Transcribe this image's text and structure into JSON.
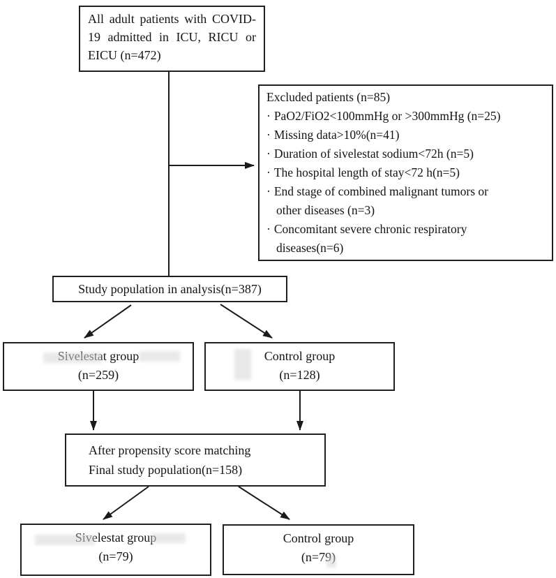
{
  "figure": {
    "type": "flowchart",
    "background_color": "#ffffff",
    "line_color": "#1a1a1a",
    "text_color": "#141414"
  },
  "boxes": {
    "initial": {
      "text": "All adult patients with COVID-19 admitted in ICU, RICU or EICU (n=472)"
    },
    "excluded": {
      "title": "Excluded patients (n=85)",
      "bullet": "·",
      "items": [
        {
          "lines": [
            "PaO2/FiO2<100mmHg or >300mmHg (n=25)"
          ]
        },
        {
          "lines": [
            "Missing data>10%(n=41)"
          ]
        },
        {
          "lines": [
            "Duration of sivelestat sodium<72h (n=5)"
          ]
        },
        {
          "lines": [
            "The hospital length of stay<72 h(n=5)"
          ]
        },
        {
          "lines": [
            "End stage of combined malignant tumors or",
            "other diseases (n=3)"
          ]
        },
        {
          "lines": [
            "Concomitant severe chronic respiratory",
            "diseases(n=6)"
          ]
        }
      ]
    },
    "study_population": {
      "text": "Study population in analysis(n=387)"
    },
    "sivelestat_group": {
      "name": "Sivelestat group",
      "n": "(n=259)"
    },
    "control_group": {
      "name": "Control group",
      "n": "(n=128)"
    },
    "propensity": {
      "line1": "After propensity score matching",
      "line2": "Final study population(n=158)"
    },
    "sivelestat_matched": {
      "name": "Sivelestat group",
      "n": "(n=79)"
    },
    "control_matched": {
      "name": "Control group",
      "n": "(n=79)"
    }
  }
}
